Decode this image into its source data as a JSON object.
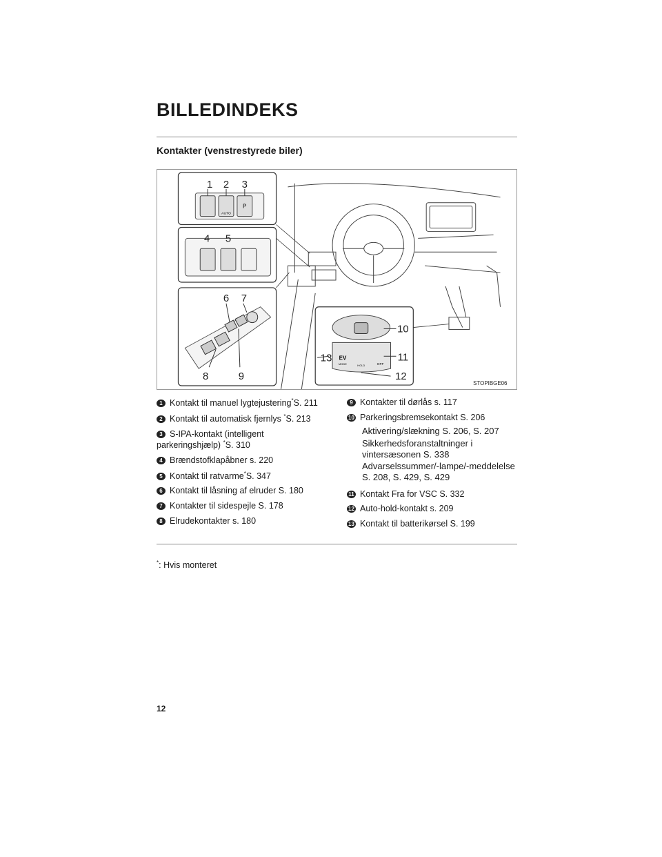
{
  "page": {
    "title": "BILLEDINDEKS",
    "section_heading": "Kontakter (venstrestyrede biler)",
    "figure_code": "STOPIBGE06",
    "page_number": "12"
  },
  "figure_badges": {
    "ev": "EV",
    "mode": "MODE",
    "hold": "HOLD",
    "off": "OFF",
    "auto": "AUTO",
    "p": "P"
  },
  "callouts": [
    "1",
    "2",
    "3",
    "4",
    "5",
    "6",
    "7",
    "8",
    "9",
    "10",
    "11",
    "12",
    "13"
  ],
  "legend_left": [
    {
      "num": "1",
      "text": "Kontakt til manuel lygtejustering",
      "star": "*",
      "ref": "S. 211"
    },
    {
      "num": "2",
      "text": "Kontakt til automatisk fjernlys ",
      "star": "*",
      "ref": "S. 213"
    },
    {
      "num": "3",
      "text": "S-IPA-kontakt (intelligent parkeringshjælp) ",
      "star": "*",
      "ref": "S. 310"
    },
    {
      "num": "4",
      "text": "Brændstofklapåbner s. 220"
    },
    {
      "num": "5",
      "text": "Kontakt til ratvarme",
      "star": "*",
      "ref": "S. 347"
    },
    {
      "num": "6",
      "text": "Kontakt til låsning af elruder S. 180"
    },
    {
      "num": "7",
      "text": "Kontakter til sidespejle S. 178"
    },
    {
      "num": "8",
      "text": "Elrudekontakter s. 180"
    }
  ],
  "legend_right": [
    {
      "num": "9",
      "text": "Kontakter til dørlås s. 117"
    },
    {
      "num": "10",
      "text": "Parkeringsbremsekontakt S. 206"
    },
    {
      "sub": "Aktivering/slækning S. 206, S. 207"
    },
    {
      "sub": "Sikkerhedsforanstaltninger i vintersæsonen S. 338"
    },
    {
      "sub": "Advarselssummer/-lampe/-meddelelse S. 208, S. 429, S. 429"
    },
    {
      "num": "11",
      "text": "Kontakt Fra for VSC S. 332"
    },
    {
      "num": "12",
      "text": "Auto-hold-kontakt s. 209"
    },
    {
      "num": "13",
      "text": "Kontakt til batterikørsel S. 199"
    }
  ],
  "footnote": {
    "star": "*",
    "text": ": Hvis monteret"
  }
}
